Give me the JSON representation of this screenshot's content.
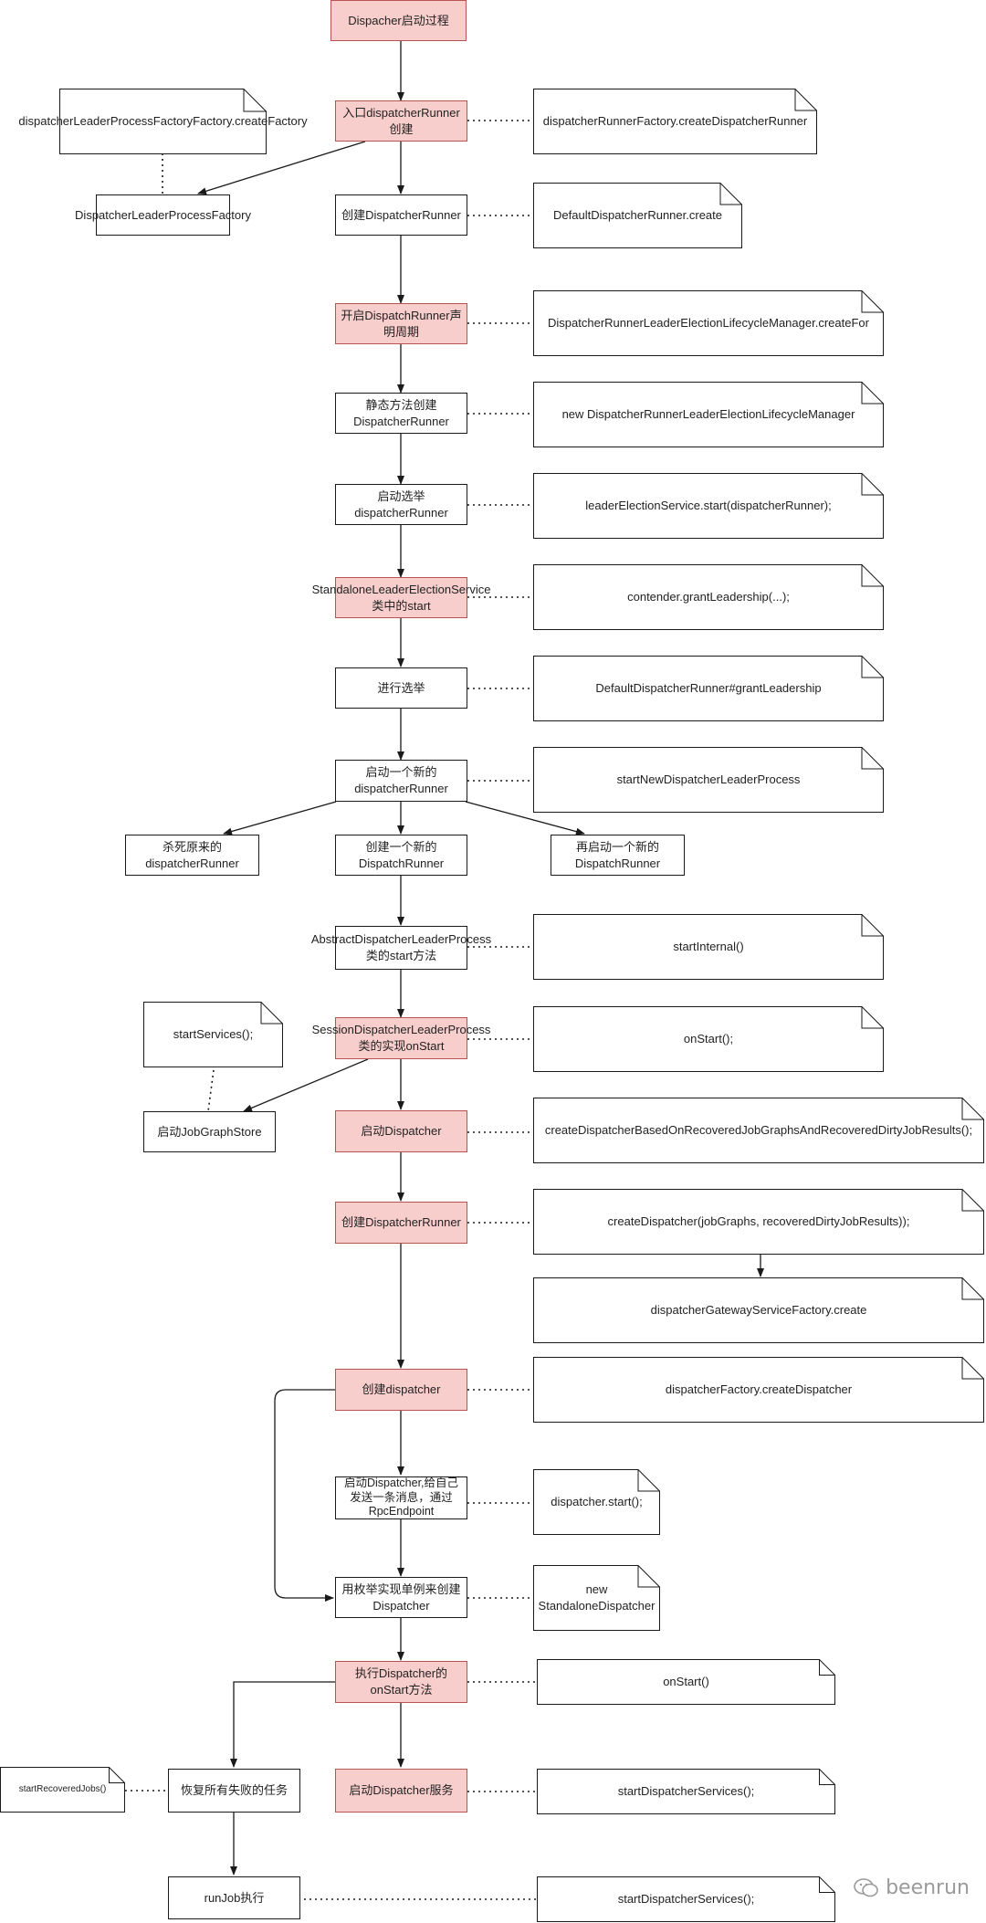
{
  "nodes": {
    "start": "Dispacher启动过程",
    "entry": "入口dispatcherRunner\n创建",
    "create_runner": "创建DispatcherRunner",
    "leader_process_factory": "DispatcherLeaderProcessFactory",
    "lifecycle": "开启DispatchRunner声\n明周期",
    "static_create": "静态方法创建\nDispatcherRunner",
    "start_election": "启动选举\ndispatcherRunner",
    "standalone_start": "StandaloneLeaderElectionService\n类中的start",
    "do_election": "进行选举",
    "start_new": "启动一个新的\ndispatcherRunner",
    "kill_old": "杀死原来的\ndispatcherRunner",
    "create_new": "创建一个新的\nDispatchRunner",
    "restart_new": "再启动一个新的\nDispatchRunner",
    "abstract_start": "AbstractDispatcherLeaderProcess\n类的start方法",
    "session_onstart": "SessionDispatcherLeaderProcess\n类的实现onStart",
    "jobgraph_store": "启动JobGraphStore",
    "start_dispatcher": "启动Dispatcher",
    "create_dispatcher_runner2": "创建DispatcherRunner",
    "create_dispatcher": "创建dispatcher",
    "start_send_msg": "启动Dispatcher,给自己\n发送一条消息，通过\nRpcEndpoint",
    "enum_singleton": "用枚举实现单例来创建\nDispatcher",
    "exec_onstart": "执行Dispatcher的\nonStart方法",
    "recover_tasks": "恢复所有失败的任务",
    "start_services": "启动Dispatcher服务",
    "run_job": "runJob执行"
  },
  "notes": {
    "factory_factory": "dispatcherLeaderProcessFactoryFactory.createFactory",
    "runner_factory": "dispatcherRunnerFactory.createDispatcherRunner",
    "default_create": "DefaultDispatcherRunner.create",
    "lifecycle_create_for": "DispatcherRunnerLeaderElectionLifecycleManager.createFor",
    "new_lifecycle": "new DispatcherRunnerLeaderElectionLifecycleManager",
    "election_start": "leaderElectionService.start(dispatcherRunner);",
    "grant_leadership": "contender.grantLeadership(...);",
    "grant_leadership_impl": "DefaultDispatcherRunner#grantLeadership",
    "start_new_process": "startNewDispatcherLeaderProcess",
    "start_internal": "startInternal()",
    "on_start": "onStart();",
    "start_services_call": "startServices();",
    "create_based_on_recovered": "createDispatcherBasedOnRecoveredJobGraphsAndRecoveredDirtyJobResults();",
    "create_dispatcher_call": "createDispatcher(jobGraphs, recoveredDirtyJobResults));",
    "gateway_factory": "dispatcherGatewayServiceFactory.create",
    "dispatcher_factory": "dispatcherFactory.createDispatcher",
    "dispatcher_start": "dispatcher.start();",
    "new_standalone": "new\nStandaloneDispatcher",
    "on_start2": "onStart()",
    "start_recovered_jobs": "startRecoveredJobs()",
    "start_dispatcher_services": "startDispatcherServices();",
    "start_dispatcher_services2": "startDispatcherServices();"
  },
  "watermark": {
    "text": "beenrun",
    "icon": "wechat-icon"
  },
  "colors": {
    "highlight_fill": "#f8cecc",
    "highlight_border": "#b85450",
    "line": "#1a1a1a"
  }
}
